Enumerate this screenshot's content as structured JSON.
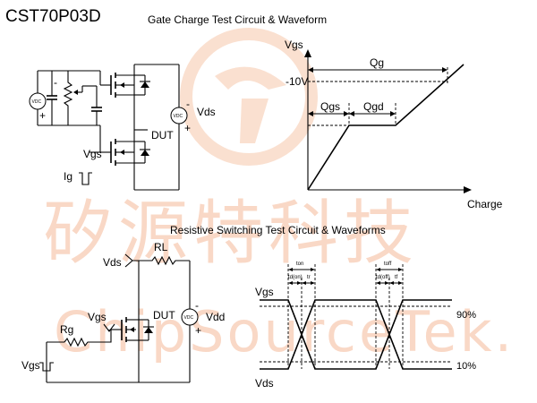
{
  "part_number": "CST70P03D",
  "top": {
    "title": "Gate Charge Test Circuit & Waveform",
    "circuit": {
      "vds_label": "Vds",
      "vgs_label": "Vgs",
      "dut_label": "DUT",
      "ig_label": "Ig",
      "source_label": "VDC",
      "minus": "-",
      "plus": "+"
    },
    "waveform": {
      "y_label": "Vgs",
      "x_label": "Charge",
      "level_label": "-10V",
      "qg_label": "Qg",
      "qgs_label": "Qgs",
      "qgd_label": "Qgd"
    }
  },
  "bottom": {
    "title": "Resistive Switching Test Circuit & Waveforms",
    "circuit": {
      "vds_label": "Vds",
      "rl_label": "RL",
      "vgs_label": "Vgs",
      "dut_label": "DUT",
      "rg_label": "Rg",
      "vdd_label": "Vdd",
      "source_label": "VDC",
      "pulse_label": "Vgs",
      "minus": "-",
      "plus": "+"
    },
    "waveform": {
      "vgs_label": "Vgs",
      "vds_label": "Vds",
      "level_high": "90%",
      "level_low": "10%",
      "t_on": "ton",
      "t_off": "toff",
      "td_on": "td(on)",
      "td_off": "td(off)",
      "tr": "tr",
      "tf": "tf"
    }
  },
  "watermark": {
    "chinese": "矽源特科技",
    "english": "ChipSourceTek."
  }
}
